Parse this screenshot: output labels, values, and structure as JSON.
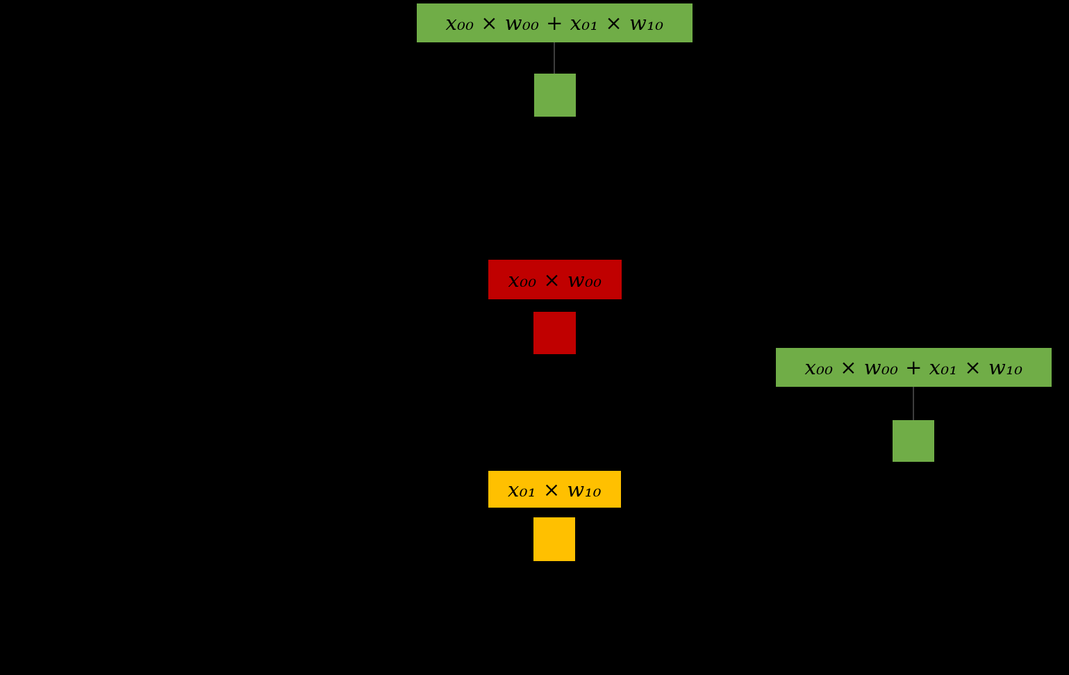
{
  "slide": {
    "description": "partial-products diagram for matrix multiplication output element"
  },
  "colors": {
    "background": "#000000",
    "green": "#70AD47",
    "red": "#C00000",
    "orange": "#FFC000",
    "label_text": "#000000",
    "connector": "#3d3d3d"
  },
  "nodes": {
    "top_sum": {
      "label": "x₀₀ × w₀₀ + x₀₁ × w₁₀"
    },
    "partial_product_red": {
      "label": "x₀₀ × w₀₀"
    },
    "right_sum": {
      "label": "x₀₀ × w₀₀ + x₀₁ × w₁₀"
    },
    "partial_product_orange": {
      "label": "x₀₁ × w₁₀"
    }
  }
}
